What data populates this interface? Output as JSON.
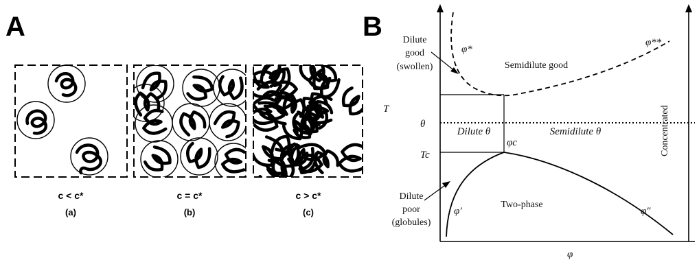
{
  "panel_a": {
    "letter": "A",
    "captions": [
      {
        "condition": "c < c*",
        "sub": "(a)"
      },
      {
        "condition": "c = c*",
        "sub": "(b)"
      },
      {
        "condition": "c > c*",
        "sub": "(c)"
      }
    ]
  },
  "panel_b": {
    "letter": "B",
    "y_axis_label": "T",
    "x_axis_label": "φ",
    "theta_tick": "θ",
    "tc_tick": "Tc",
    "regions": {
      "dilute_good": [
        "Dilute",
        "good",
        "(swollen)"
      ],
      "phi_star": "φ*",
      "phi_star_star": "φ**",
      "semidilute_good": "Semidilute good",
      "dilute_theta": "Dilute θ",
      "phi_c": "φc",
      "semidilute_theta": "Semidilute θ",
      "concentrated": "Concentrated",
      "dilute_poor": [
        "Dilute",
        "poor",
        "(globules)"
      ],
      "phi_prime": "φ′",
      "two_phase": "Two-phase",
      "phi_double_prime": "φ″"
    }
  }
}
